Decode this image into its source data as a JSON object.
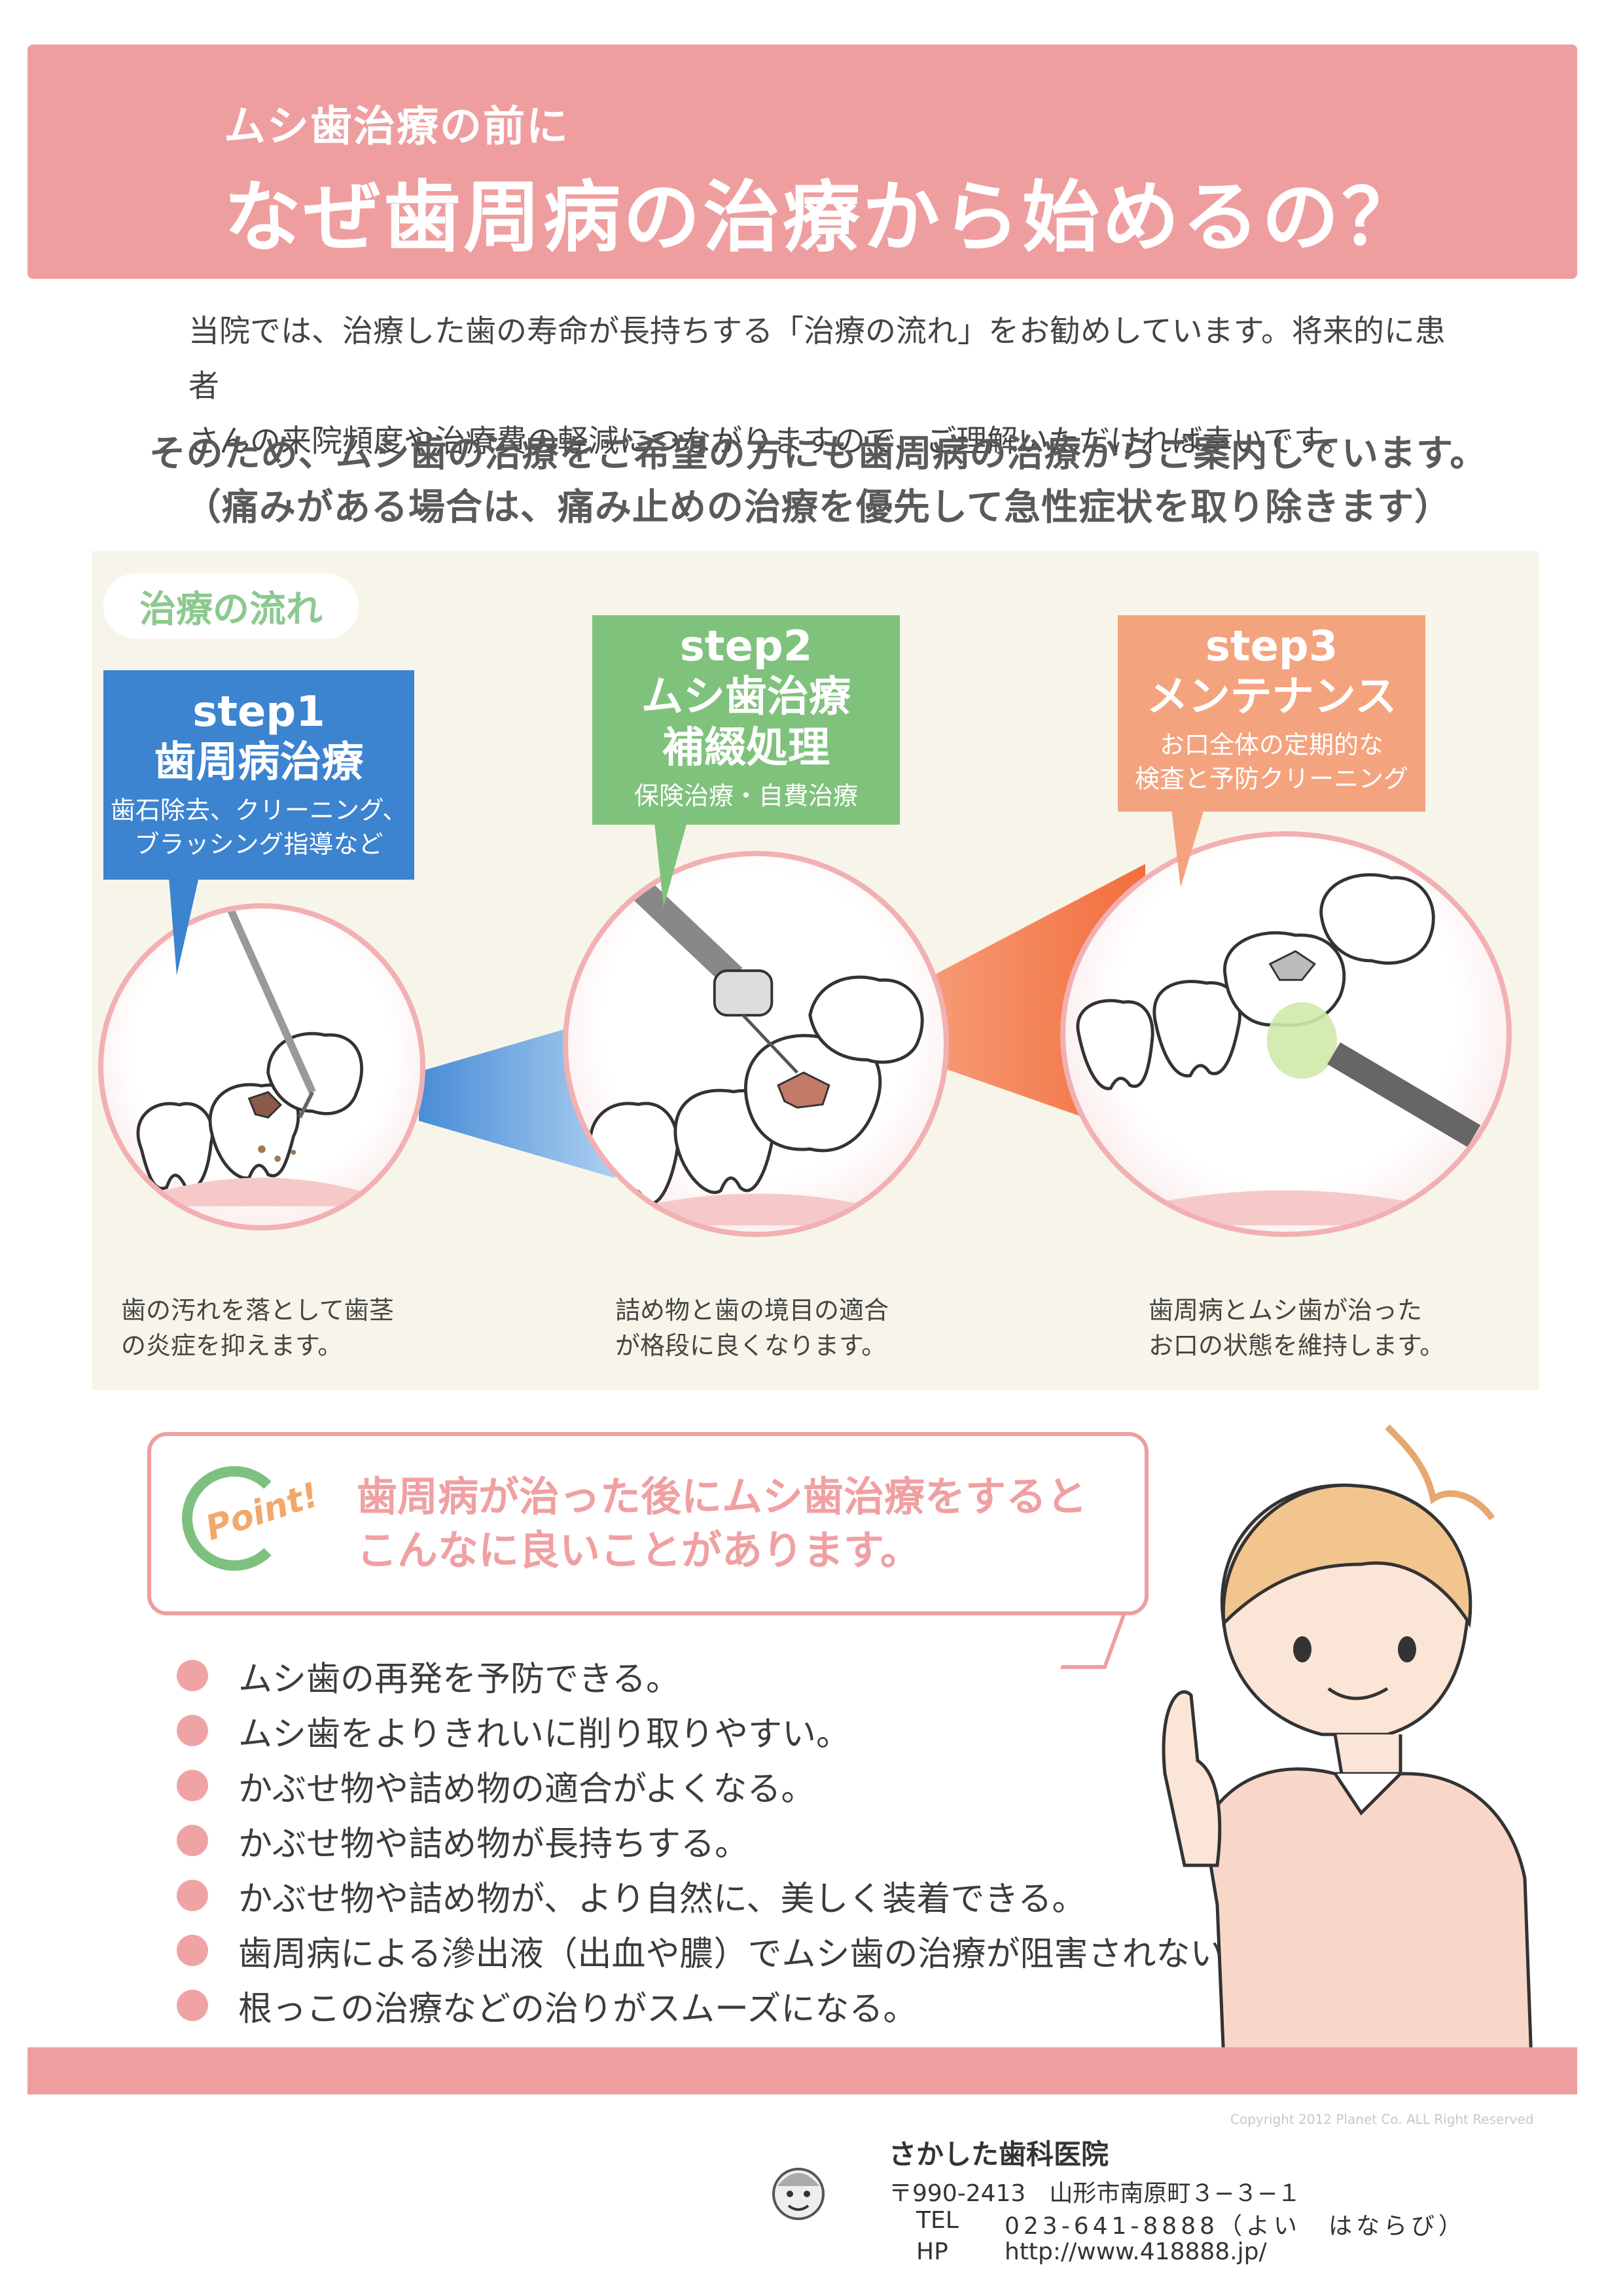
{
  "colors": {
    "header_pink": "#ef9e9f",
    "step1_blue": "#3c83d0",
    "step2_green": "#7fc27c",
    "step3_orange": "#f4a37f",
    "point_green": "#7ec07f"
  },
  "header": {
    "subtitle": "ムシ歯治療の前に",
    "title": "なぜ歯周病の治療から始めるの？"
  },
  "intro": {
    "line1": "当院では、治療した歯の寿命が長持ちする「治療の流れ」をお勧めしています。将来的に患者",
    "line2": "さんの来院頻度や治療費の軽減につながりますので、ご理解いただければ幸いです。"
  },
  "lead": {
    "line1": "そのため、ムシ歯の治療をご希望の方にも歯周病の治療からご案内しています。",
    "line2": "（痛みがある場合は、痛み止めの治療を優先して急性症状を取り除きます）"
  },
  "flow": {
    "badge": "治療の流れ",
    "steps": [
      {
        "name": "step1",
        "title_lines": [
          "歯周病治療"
        ],
        "desc_lines": [
          "歯石除去、クリーニング、",
          "ブラッシング指導など"
        ],
        "caption_lines": [
          "歯の汚れを落として歯茎",
          "の炎症を抑えます。"
        ]
      },
      {
        "name": "step2",
        "title_lines": [
          "ムシ歯治療",
          "補綴処理"
        ],
        "desc_lines": [
          "保険治療・自費治療"
        ],
        "caption_lines": [
          "詰め物と歯の境目の適合",
          "が格段に良くなります。"
        ]
      },
      {
        "name": "step3",
        "title_lines": [
          "メンテナンス"
        ],
        "desc_lines": [
          "お口全体の定期的な",
          "検査と予防クリーニング"
        ],
        "caption_lines": [
          "歯周病とムシ歯が治った",
          "お口の状態を維持します。"
        ]
      }
    ]
  },
  "point": {
    "label": "Point!",
    "text_lines": [
      "歯周病が治った後にムシ歯治療をすると",
      "こんなに良いことがあります。"
    ]
  },
  "benefits": [
    "ムシ歯の再発を予防できる。",
    "ムシ歯をよりきれいに削り取りやすい。",
    "かぶせ物や詰め物の適合がよくなる。",
    "かぶせ物や詰め物が長持ちする。",
    "かぶせ物や詰め物が、より自然に、美しく装着できる。",
    "歯周病による滲出液（出血や膿）でムシ歯の治療が阻害されない。",
    "根っこの治療などの治りがスムーズになる。"
  ],
  "footer": {
    "copyright": "Copyright 2012 Planet Co. ALL Right Reserved",
    "clinic": "さかした歯科医院",
    "address": "〒990-2413　山形市南原町３−３−１",
    "tel_label": "TEL",
    "tel": "023-641-8888（よい　はならび）",
    "hp_label": "HP",
    "hp": "http://www.418888.jp/"
  }
}
